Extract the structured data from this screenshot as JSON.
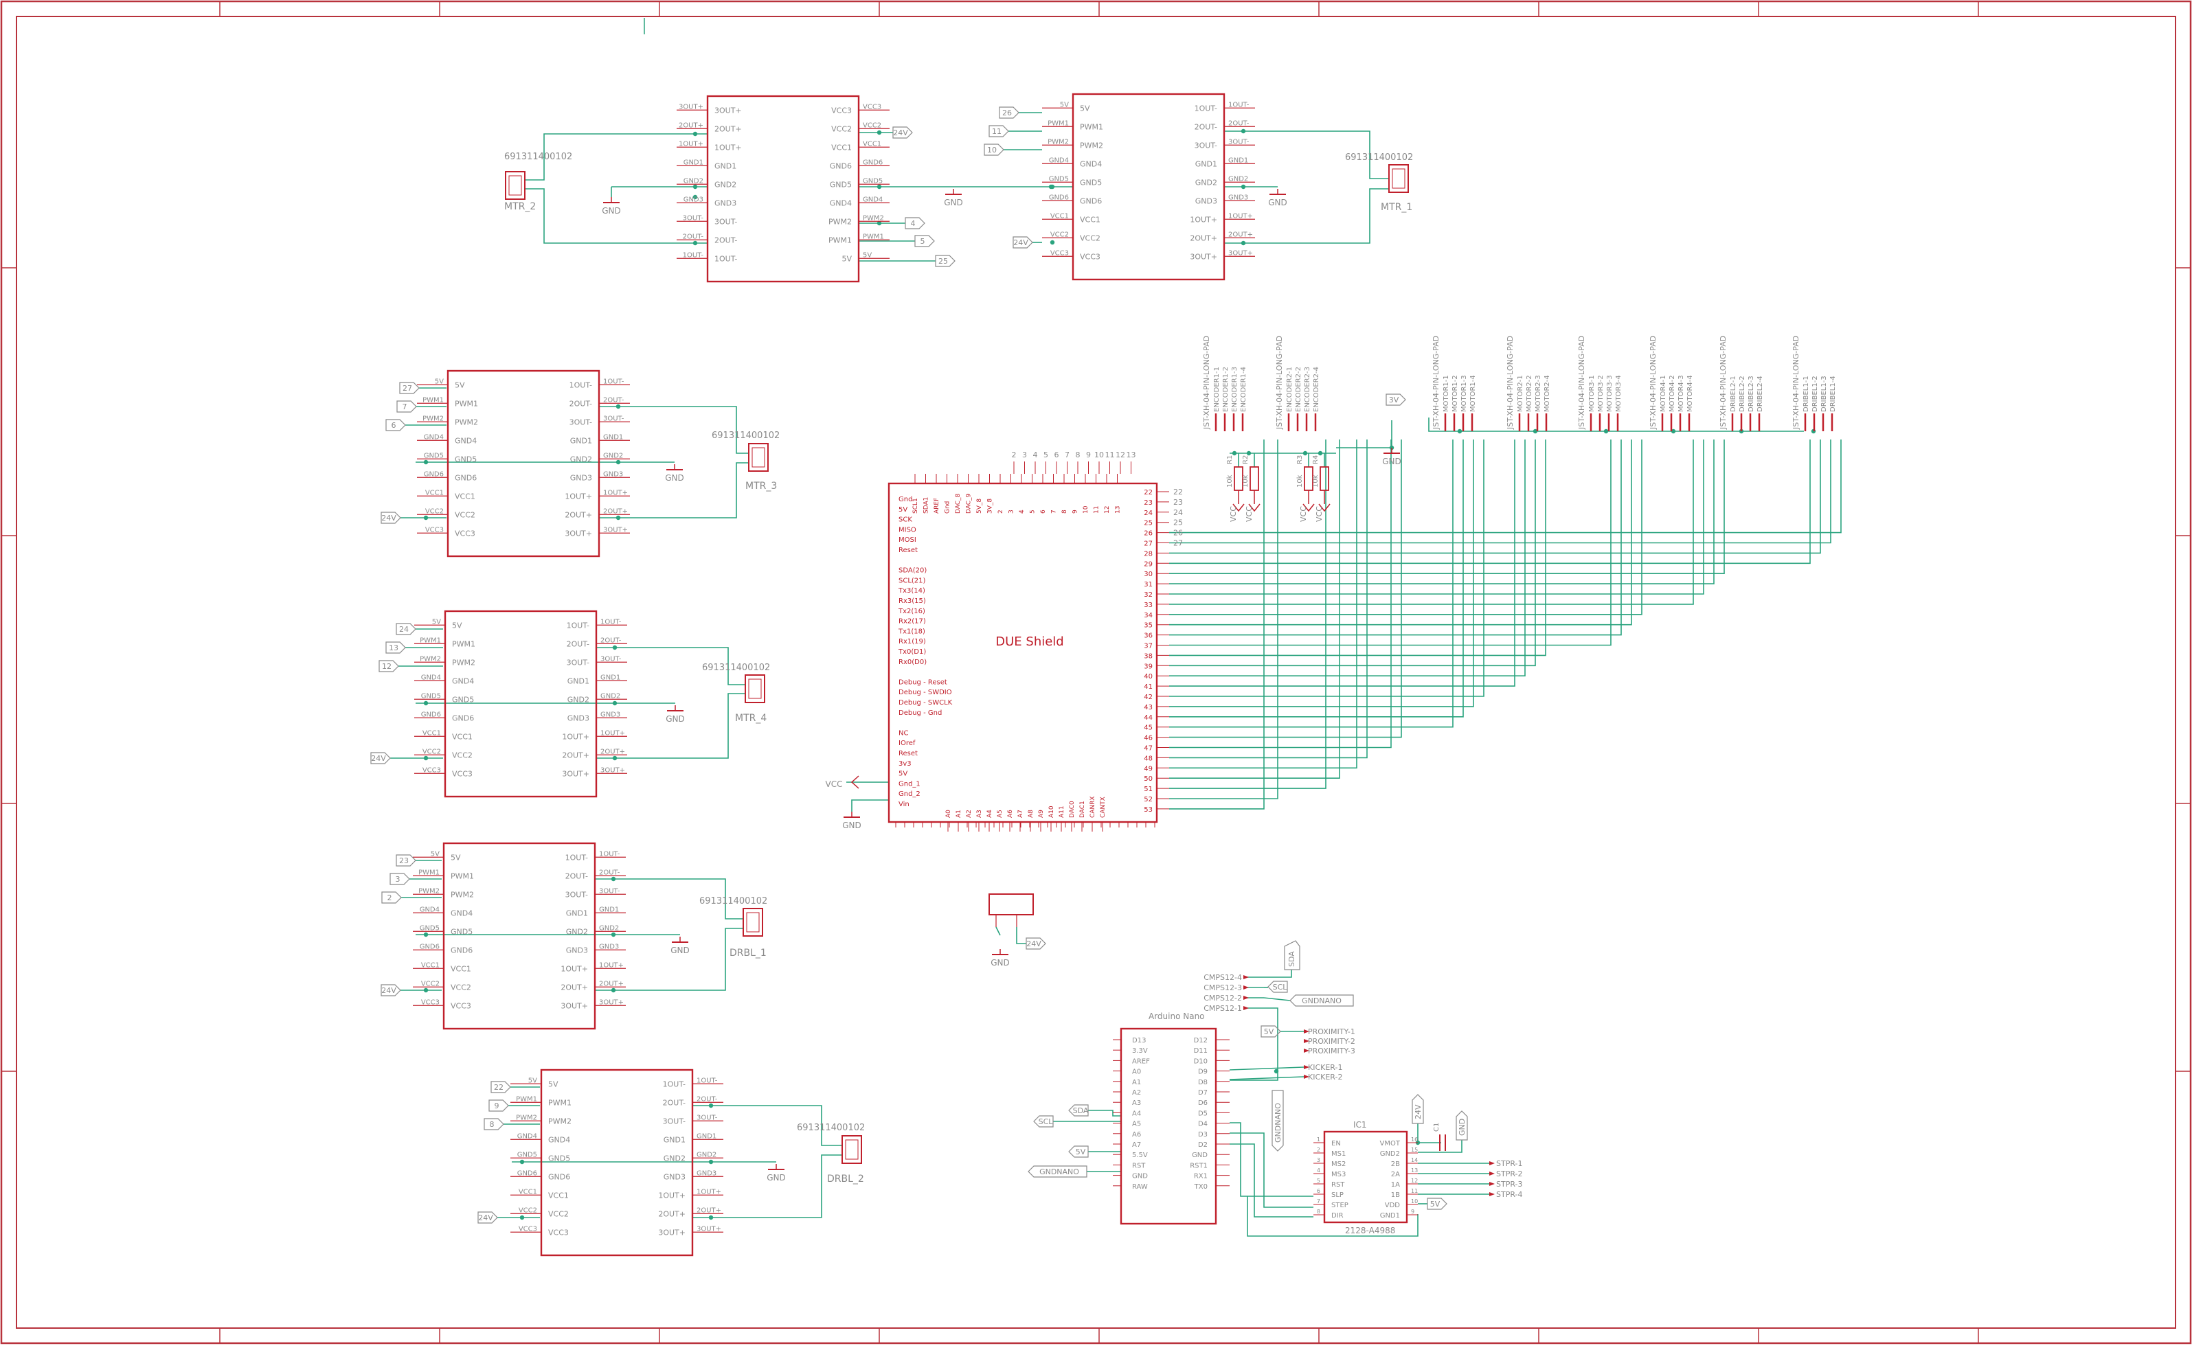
{
  "colors": {
    "frame": "#b8323c",
    "part": "#c0202c",
    "text": "#8a8a8a",
    "wire": "#2aa37e",
    "junction": "#2aa37e"
  },
  "drivers": [
    {
      "ref": "DRV_MTR2",
      "left": [
        "3OUT+",
        "2OUT+",
        "1OUT+",
        "GND1",
        "GND2",
        "GND3",
        "3OUT-",
        "2OUT-",
        "1OUT-"
      ],
      "right": [
        "VCC3",
        "VCC2",
        "VCC1",
        "GND6",
        "GND5",
        "GND4",
        "PWM2",
        "PWM1",
        "5V"
      ]
    },
    {
      "ref": "DRV_MTR1",
      "left": [
        "5V",
        "PWM1",
        "PWM2",
        "GND4",
        "GND5",
        "GND6",
        "VCC1",
        "VCC2",
        "VCC3"
      ],
      "right": [
        "1OUT-",
        "2OUT-",
        "3OUT-",
        "GND1",
        "GND2",
        "GND3",
        "1OUT+",
        "2OUT+",
        "3OUT+"
      ]
    },
    {
      "ref": "DRV_MTR3",
      "left": [
        "5V",
        "PWM1",
        "PWM2",
        "GND4",
        "GND5",
        "GND6",
        "VCC1",
        "VCC2",
        "VCC3"
      ],
      "right": [
        "1OUT-",
        "2OUT-",
        "3OUT-",
        "GND1",
        "GND2",
        "GND3",
        "1OUT+",
        "2OUT+",
        "3OUT+"
      ]
    },
    {
      "ref": "DRV_MTR4",
      "left": [
        "5V",
        "PWM1",
        "PWM2",
        "GND4",
        "GND5",
        "GND6",
        "VCC1",
        "VCC2",
        "VCC3"
      ],
      "right": [
        "1OUT-",
        "2OUT-",
        "3OUT-",
        "GND1",
        "GND2",
        "GND3",
        "1OUT+",
        "2OUT+",
        "3OUT+"
      ]
    },
    {
      "ref": "DRV_DRBL1",
      "left": [
        "5V",
        "PWM1",
        "PWM2",
        "GND4",
        "GND5",
        "GND6",
        "VCC1",
        "VCC2",
        "VCC3"
      ],
      "right": [
        "1OUT-",
        "2OUT-",
        "3OUT-",
        "GND1",
        "GND2",
        "GND3",
        "1OUT+",
        "2OUT+",
        "3OUT+"
      ]
    },
    {
      "ref": "DRV_DRBL2",
      "left": [
        "5V",
        "PWM1",
        "PWM2",
        "GND4",
        "GND5",
        "GND6",
        "VCC1",
        "VCC2",
        "VCC3"
      ],
      "right": [
        "1OUT-",
        "2OUT-",
        "3OUT-",
        "GND1",
        "GND2",
        "GND3",
        "1OUT+",
        "2OUT+",
        "3OUT+"
      ]
    }
  ],
  "driver_inputs": [
    {
      "fivev": "25",
      "pwm1": "5",
      "pwm2": "4"
    },
    {
      "fivev": "26",
      "pwm1": "11",
      "pwm2": "10"
    },
    {
      "fivev": "27",
      "pwm1": "7",
      "pwm2": "6"
    },
    {
      "fivev": "24",
      "pwm1": "13",
      "pwm2": "12"
    },
    {
      "fivev": "23",
      "pwm1": "3",
      "pwm2": "2"
    },
    {
      "fivev": "22",
      "pwm1": "9",
      "pwm2": "8"
    }
  ],
  "connectors": [
    {
      "part": "691311400102",
      "name": "MTR_2"
    },
    {
      "part": "691311400102",
      "name": "MTR_1"
    },
    {
      "part": "691311400102",
      "name": "MTR_3"
    },
    {
      "part": "691311400102",
      "name": "MTR_4"
    },
    {
      "part": "691311400102",
      "name": "DRBL_1"
    },
    {
      "part": "691311400102",
      "name": "DRBL_2"
    }
  ],
  "power_labels": {
    "v24": "24V",
    "gnd": "GND",
    "vcc": "VCC",
    "v5": "5V",
    "v3v": "3V"
  },
  "due": {
    "title": "DUE Shield",
    "left_pins": [
      "Gnd",
      "5V",
      "SCK",
      "MISO",
      "MOSI",
      "Reset",
      "",
      "SDA(20)",
      "SCL(21)",
      "Tx3(14)",
      "Rx3(15)",
      "Tx2(16)",
      "Rx2(17)",
      "Tx1(18)",
      "Rx1(19)",
      "Tx0(D1)",
      "Rx0(D0)",
      "",
      "Debug - Reset",
      "Debug - SWDIO",
      "Debug - SWCLK",
      "Debug - Gnd",
      "",
      "NC",
      "IOref",
      "Reset",
      "3v3",
      "5V",
      "Gnd_1",
      "Gnd_2",
      "Vin"
    ],
    "top_pins": [
      "SCL1",
      "SDA1",
      "AREF",
      "Gnd",
      "DAC_8",
      "DAC_9",
      "5V_8",
      "3V_8",
      "2",
      "3",
      "4",
      "5",
      "6",
      "7",
      "8",
      "9",
      "10",
      "11",
      "12",
      "13"
    ],
    "top_nums": [
      "2",
      "3",
      "4",
      "5",
      "6",
      "7",
      "8",
      "9",
      "10",
      "11",
      "12",
      "13"
    ],
    "right_pins": [
      "22",
      "23",
      "24",
      "25",
      "26",
      "27",
      "28",
      "29",
      "30",
      "31",
      "32",
      "33",
      "34",
      "35",
      "36",
      "37",
      "38",
      "39",
      "40",
      "41",
      "42",
      "43",
      "44",
      "45",
      "46",
      "47",
      "48",
      "49",
      "50",
      "51",
      "52",
      "53"
    ],
    "outside_nums": [
      "22",
      "23",
      "24",
      "25",
      "26",
      "27"
    ],
    "bottom_pins": [
      "A0",
      "A1",
      "A2",
      "A3",
      "A4",
      "A5",
      "A6",
      "A7",
      "A8",
      "A9",
      "A10",
      "A11",
      "DAC0",
      "DAC1",
      "CANRX",
      "CANTX"
    ]
  },
  "jst": [
    {
      "title": "JST-XH-04-PIN-LONG-PAD",
      "pins": [
        "ENCODER1-1",
        "ENCODER1-2",
        "ENCODER1-3",
        "ENCODER1-4"
      ]
    },
    {
      "title": "JST-XH-04-PIN-LONG-PAD",
      "pins": [
        "ENCODER2-1",
        "ENCODER2-2",
        "ENCODER2-3",
        "ENCODER2-4"
      ]
    },
    {
      "title": "JST-XH-04-PIN-LONG-PAD",
      "pins": [
        "MOTOR1-1",
        "MOTOR1-2",
        "MOTOR1-3",
        "MOTOR1-4"
      ]
    },
    {
      "title": "JST-XH-04-PIN-LONG-PAD",
      "pins": [
        "MOTOR2-1",
        "MOTOR2-2",
        "MOTOR2-3",
        "MOTOR2-4"
      ]
    },
    {
      "title": "JST-XH-04-PIN-LONG-PAD",
      "pins": [
        "MOTOR3-1",
        "MOTOR3-2",
        "MOTOR3-3",
        "MOTOR3-4"
      ]
    },
    {
      "title": "JST-XH-04-PIN-LONG-PAD",
      "pins": [
        "MOTOR4-1",
        "MOTOR4-2",
        "MOTOR4-3",
        "MOTOR4-4"
      ]
    },
    {
      "title": "JST-XH-04-PIN-LONG-PAD",
      "pins": [
        "DRIBEL2-1",
        "DRIBEL2-2",
        "DRIBEL2-3",
        "DRIBEL2-4"
      ]
    },
    {
      "title": "JST-XH-04-PIN-LONG-PAD",
      "pins": [
        "DRIBEL1-1",
        "DRIBEL1-2",
        "DRIBEL1-3",
        "DRIBEL1-4"
      ]
    }
  ],
  "resistors": [
    {
      "name": "R1",
      "value": "10k"
    },
    {
      "name": "R2",
      "value": "10k"
    },
    {
      "name": "R3",
      "value": "10k"
    },
    {
      "name": "R4",
      "value": "10k"
    }
  ],
  "nano": {
    "title": "Arduino Nano",
    "left_pins": [
      "D13",
      "3.3V",
      "AREF",
      "A0",
      "A1",
      "A2",
      "A3",
      "A4",
      "A5",
      "A6",
      "A7",
      "5.5V",
      "RST",
      "GND",
      "RAW"
    ],
    "right_pins": [
      "D12",
      "D11",
      "D10",
      "D9",
      "D8",
      "D7",
      "D6",
      "D5",
      "D4",
      "D3",
      "D2",
      "GND",
      "RST1",
      "RX1",
      "TX0"
    ],
    "sda": "SDA",
    "scl": "SCL",
    "gndnano": "GNDNANO"
  },
  "cmps": [
    "CMPS12-4",
    "CMPS12-3",
    "CMPS12-2",
    "CMPS12-1"
  ],
  "proximity": [
    "PROXIMITY-1",
    "PROXIMITY-2",
    "PROXIMITY-3"
  ],
  "kicker": [
    "KICKER-1",
    "KICKER-2"
  ],
  "a4988": {
    "ref": "IC1",
    "part": "2128-A4988",
    "left_pins": [
      "EN",
      "MS1",
      "MS2",
      "MS3",
      "RST",
      "SLP",
      "STEP",
      "DIR"
    ],
    "right_pins": [
      "VMOT",
      "GND2",
      "2B",
      "2A",
      "1A",
      "1B",
      "VDD",
      "GND1"
    ],
    "right_nums": [
      "16",
      "15",
      "14",
      "13",
      "12",
      "11",
      "10",
      "9"
    ],
    "left_nums": [
      "1",
      "2",
      "3",
      "4",
      "5",
      "6",
      "7",
      "8"
    ],
    "outputs": [
      "STPR-1",
      "STPR-2",
      "STPR-3",
      "STPR-4"
    ],
    "cap": "C1"
  }
}
